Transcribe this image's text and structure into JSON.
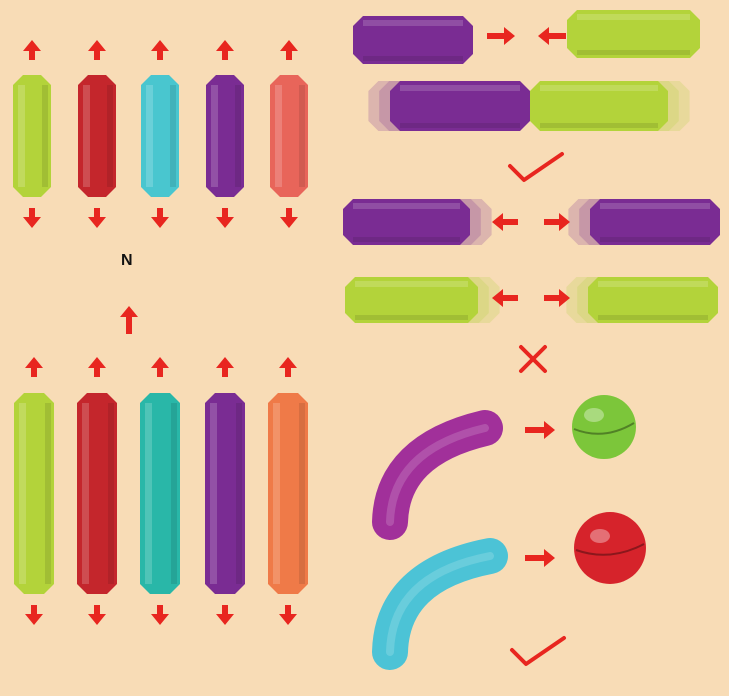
{
  "colors": {
    "background": "#f8dcb6",
    "arrow": "#e8261f",
    "check": "#e8261f",
    "lime": "#b3d33a",
    "red": "#c4262c",
    "cyan": "#49c6cf",
    "purple": "#7a2c93",
    "coral": "#e8655a",
    "teal": "#29b7a8",
    "orange": "#ef7a48",
    "magenta": "#a1309a",
    "light_blue": "#4cc3d6",
    "green_ball": "#7cc63a",
    "red_ball": "#d6232b"
  },
  "compass": {
    "label": "N"
  },
  "top_left_rods": {
    "colors": [
      "lime",
      "red",
      "cyan",
      "purple",
      "coral"
    ]
  },
  "bottom_left_rods": {
    "colors": [
      "lime",
      "red",
      "teal",
      "purple",
      "orange"
    ]
  },
  "right_panel": {
    "row1": {
      "left": "purple",
      "right": "lime",
      "relation": "attract"
    },
    "row2": {
      "left": "purple",
      "right": "lime",
      "relation": "joined"
    },
    "mark1": "check-icon",
    "row3": {
      "left": "purple",
      "right": "purple",
      "relation": "repel"
    },
    "row4": {
      "left": "lime",
      "right": "lime",
      "relation": "repel"
    },
    "mark2": "cross-icon",
    "curved1": {
      "rod": "magenta",
      "ball": "green_ball"
    },
    "curved2": {
      "rod": "light_blue",
      "ball": "red_ball"
    },
    "mark3": "check-icon"
  }
}
